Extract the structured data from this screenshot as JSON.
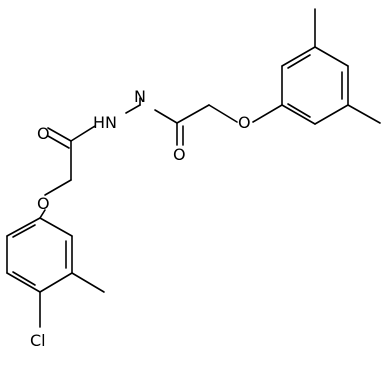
{
  "molecule": {
    "atoms": {
      "o_carbonyl_left": "O",
      "o_carbonyl_right": "O",
      "hydrazide": "HN",
      "hydrazide_nh": "N",
      "o_ether_left": "O",
      "o_ether_right": "O",
      "chlorine": "Cl"
    }
  },
  "colors": {
    "bond": "#000000",
    "label": "#000000",
    "background": "#ffffff"
  }
}
